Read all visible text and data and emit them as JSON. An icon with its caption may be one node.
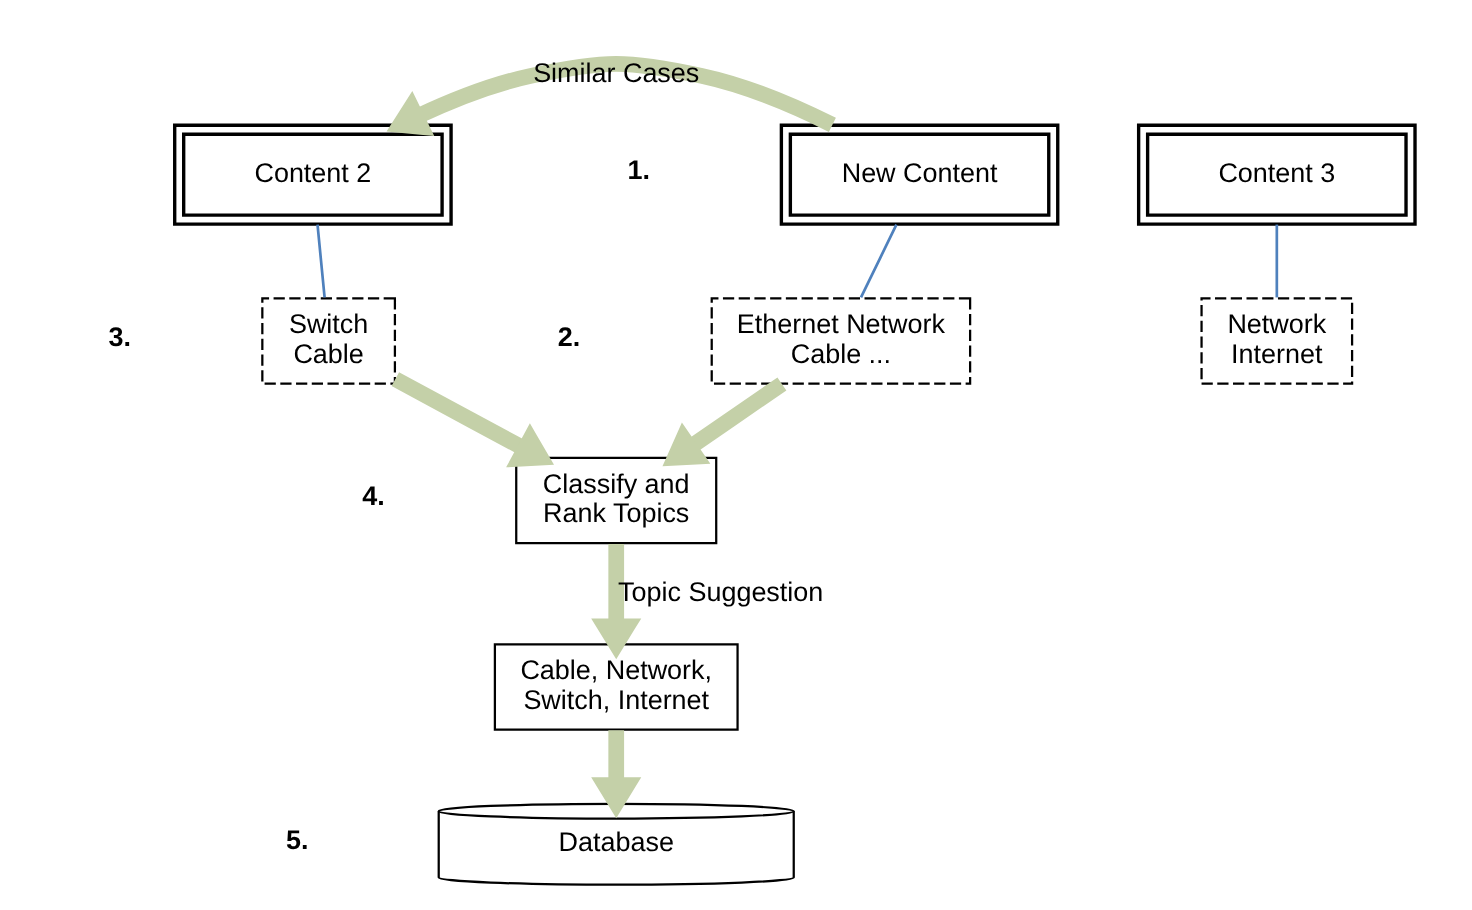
{
  "diagram": {
    "nodes": [
      {
        "text": [
          "New Content"
        ]
      },
      {
        "text": [
          "Ethernet Network Cable ..."
        ]
      },
      {
        "text": [
          "Content 2"
        ]
      },
      {
        "text": [
          "Switch Cable"
        ]
      },
      {
        "text": [
          "Content 3"
        ]
      },
      {
        "text": [
          "Network Internet"
        ]
      },
      {
        "text": [
          "Classify and Rank Topics"
        ]
      },
      {
        "text": [
          "Cable, Network, Switch, Internet"
        ]
      },
      {
        "text": [
          "Database"
        ]
      }
    ],
    "edges": [
      {
        "from": 0,
        "to": 1,
        "arrow": "none",
        "color": "#4f81bd"
      },
      {
        "from": 0,
        "to": 2,
        "arrow": "to",
        "label": "Similar Cases"
      },
      {
        "from": 2,
        "to": 3,
        "arrow": "none",
        "color": "#4f81bd"
      },
      {
        "from": 4,
        "to": 5,
        "arrow": "none",
        "color": "#4f81bd"
      },
      {
        "from": 1,
        "to": 6,
        "arrow": "to"
      },
      {
        "from": 3,
        "to": 6,
        "arrow": "to"
      },
      {
        "from": 6,
        "to": 7,
        "arrow": "to",
        "label": "Topic Suggestion"
      },
      {
        "from": 7,
        "to": 8,
        "arrow": "to"
      }
    ],
    "labels": [
      "1.",
      "2.",
      "3.",
      "4.",
      "5."
    ]
  }
}
